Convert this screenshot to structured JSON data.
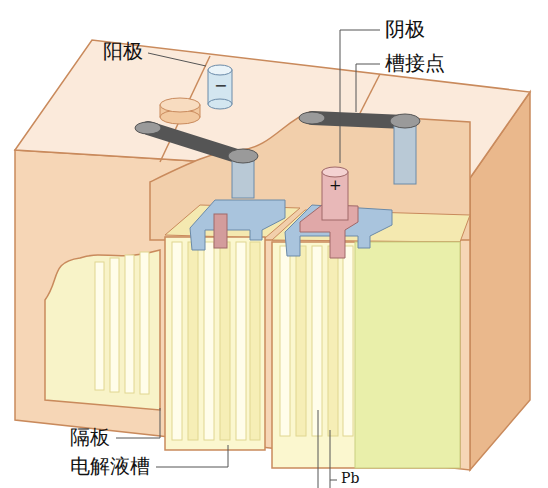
{
  "diagram": {
    "labels": [
      "阳极",
      "−",
      "阴极",
      "槽接点",
      "+",
      "隔板",
      "电解液槽",
      "Pb"
    ]
  }
}
